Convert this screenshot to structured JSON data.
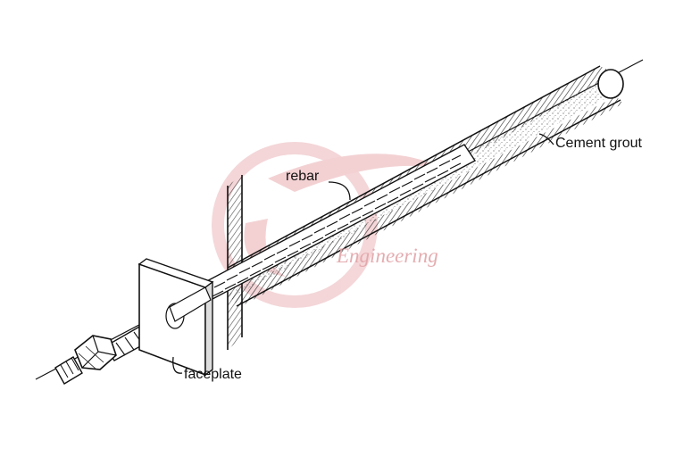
{
  "labels": {
    "cement_grout": "Cement grout",
    "rebar": "rebar",
    "faceplate": "faceplate"
  },
  "watermark": {
    "text": "Engineering",
    "color": "#e2a5a9"
  },
  "colors": {
    "ink": "#111111",
    "grout_stipple": "#555555",
    "watermark": "#e8b4b8"
  }
}
